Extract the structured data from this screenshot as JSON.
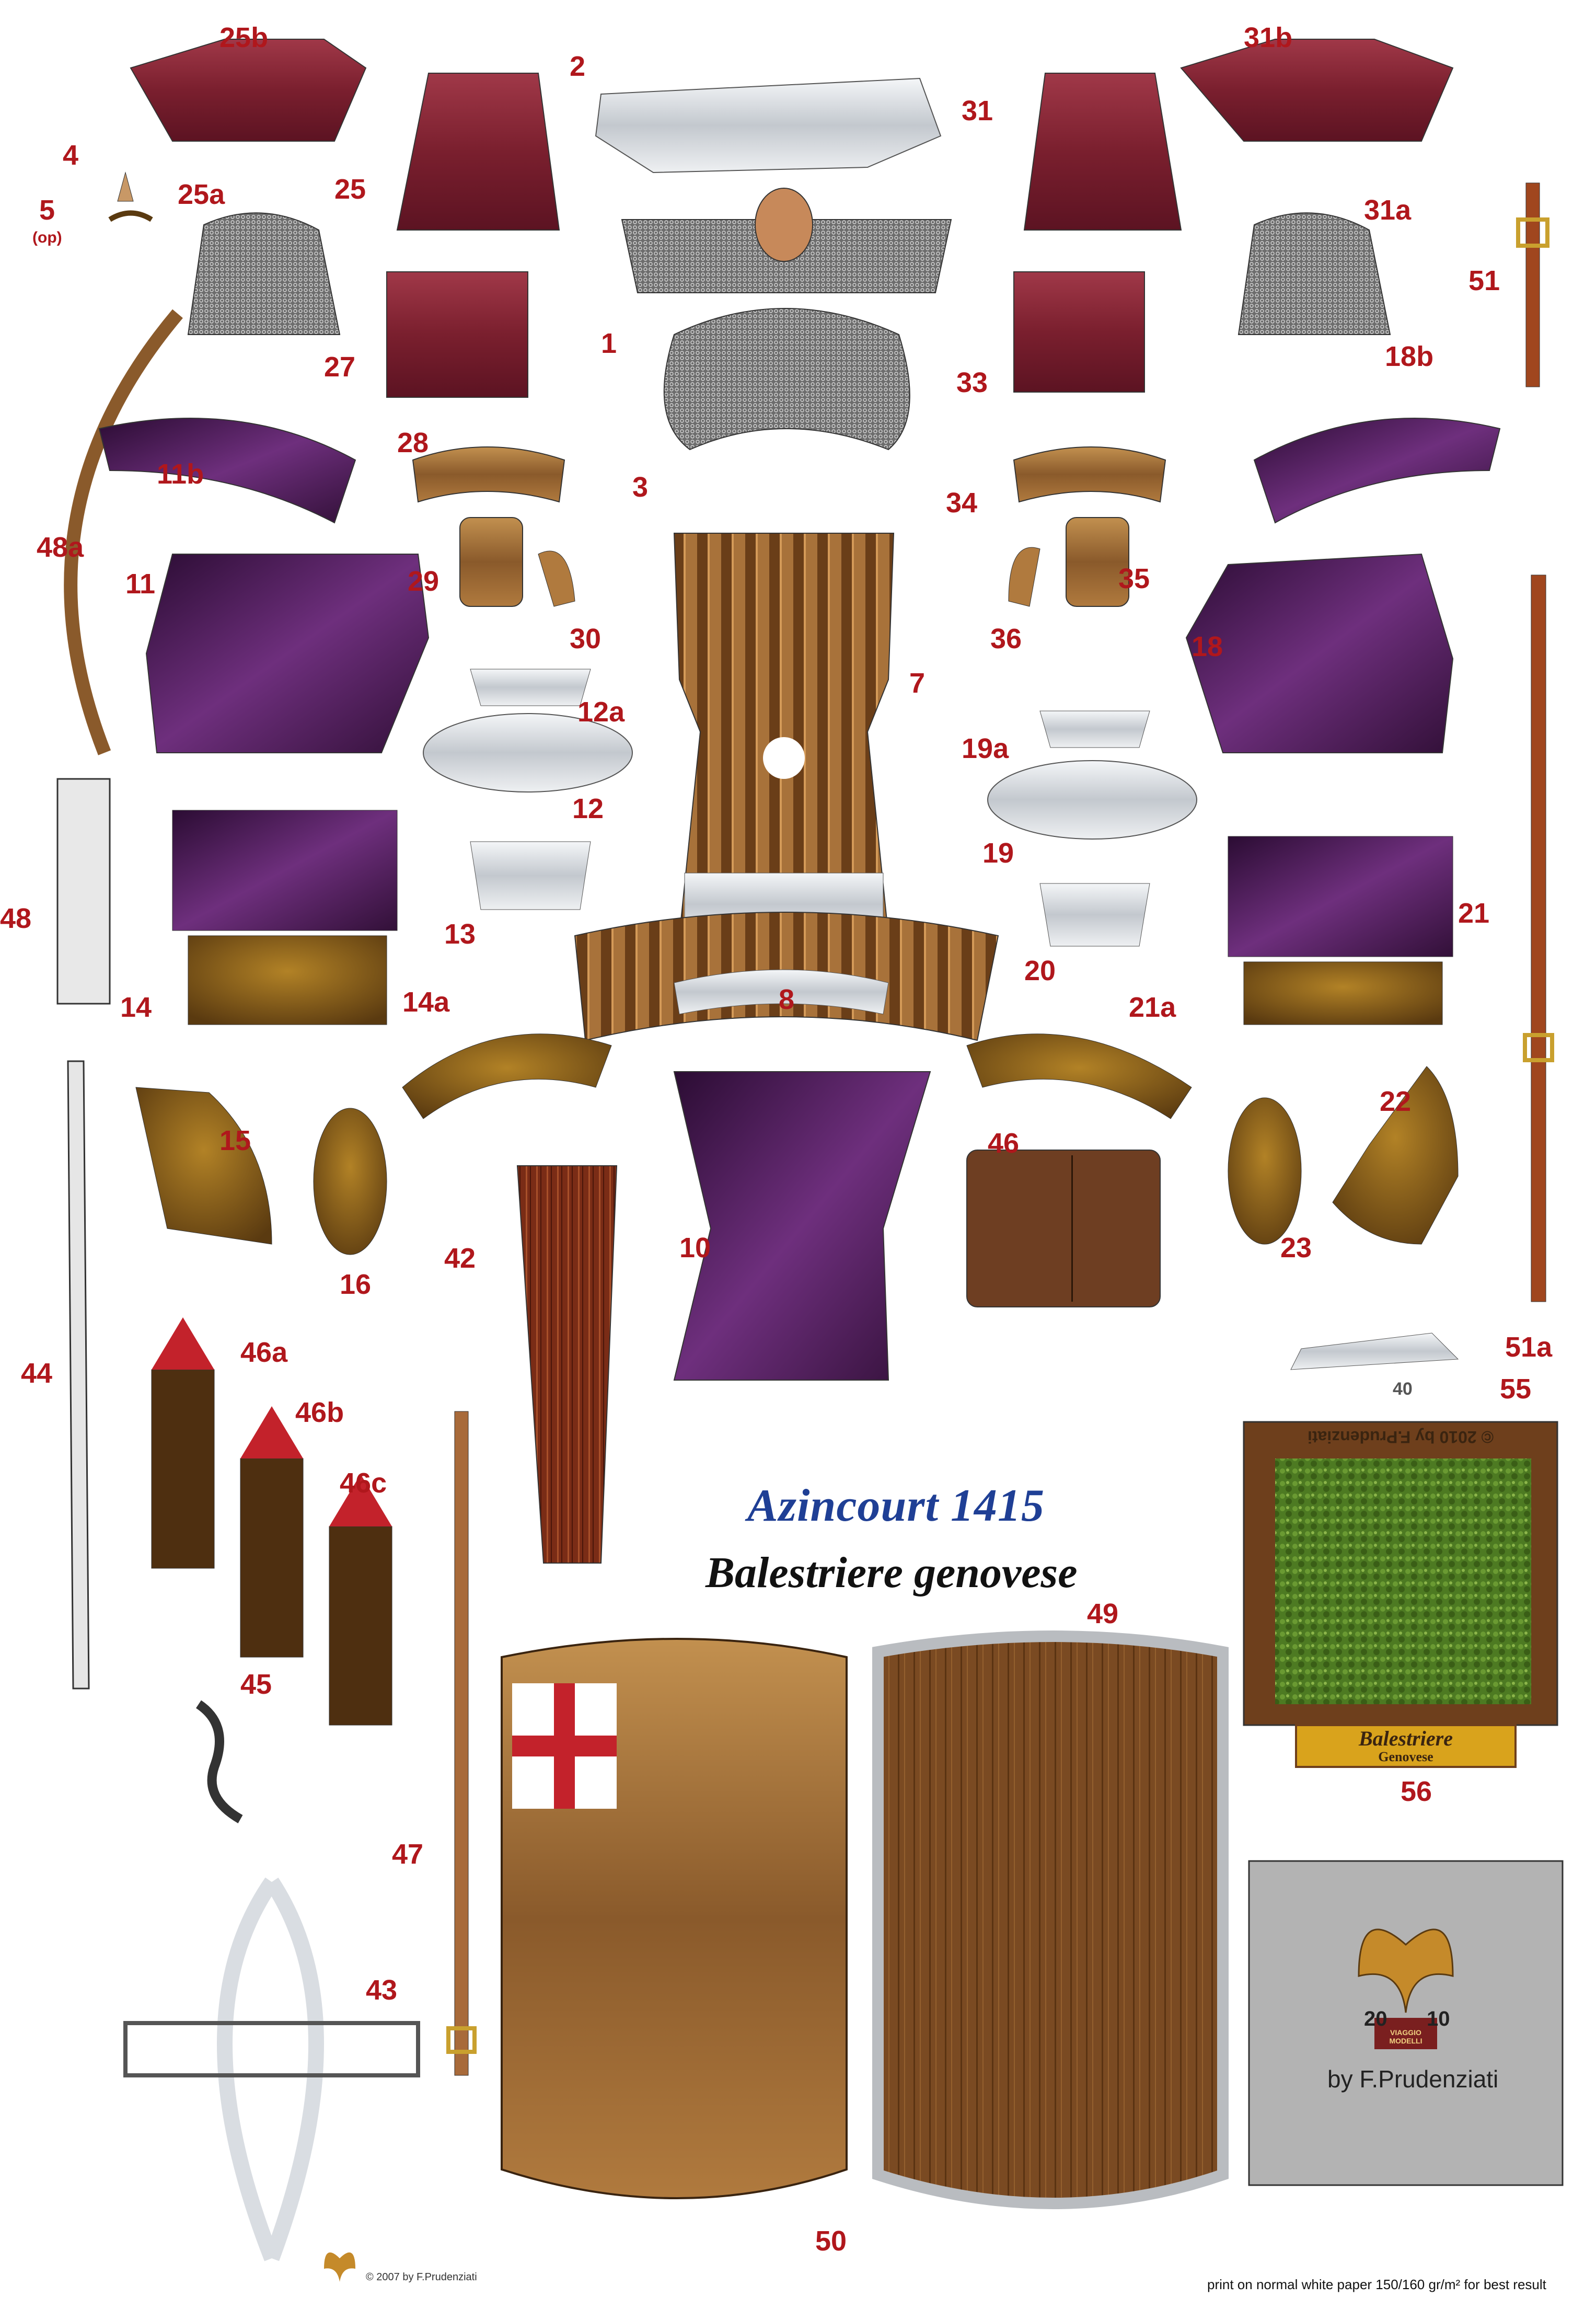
{
  "title": "Azincourt 1415",
  "subtitle": "Balestriere genovese",
  "copyright_small": "© 2007 by F.Prudenziati",
  "print_note": "print on normal white paper 150/160 gr/m² for best result",
  "base_top_text": "© 2010 by F.Prudenziati",
  "base_plate_line1": "Balestriere",
  "base_plate_line2": "Genovese",
  "box_year_left": "20",
  "box_year_right": "10",
  "box_brand": "VIAGGIO MODELLI",
  "box_author": "by F.Prudenziati",
  "part_labels": {
    "p25b": "25b",
    "p2": "2",
    "p31b": "31b",
    "p4": "4",
    "p5": "5",
    "p5op": "(op)",
    "p25a": "25a",
    "p25": "25",
    "p31": "31",
    "p31a": "31a",
    "p51": "51",
    "p1": "1",
    "p27": "27",
    "p33": "33",
    "p18b": "18b",
    "p11b": "11b",
    "p48a": "48a",
    "p28": "28",
    "p3": "3",
    "p34": "34",
    "p29": "29",
    "p35": "35",
    "p11": "11",
    "p30": "30",
    "p36": "36",
    "p18": "18",
    "p7": "7",
    "p12a": "12a",
    "p19a": "19a",
    "p12": "12",
    "p19": "19",
    "p48": "48",
    "p13": "13",
    "p21": "21",
    "p20": "20",
    "p14": "14",
    "p8": "8",
    "p14a": "14a",
    "p21a": "21a",
    "p15": "15",
    "p46": "46",
    "p22": "22",
    "p42": "42",
    "p16": "16",
    "p10": "10",
    "p23": "23",
    "p44": "44",
    "p46a": "46a",
    "p51a": "51a",
    "p40": "40",
    "p55": "55",
    "p46b": "46b",
    "p46c": "46c",
    "p49": "49",
    "p45": "45",
    "p47": "47",
    "p56": "56",
    "p43": "43",
    "p50": "50"
  },
  "colors": {
    "label_red": "#b0171c",
    "burgundy": "#7a1f2e",
    "purple": "#4a1a55",
    "mail_grey": "#8c8c8c",
    "leather": "#8a5a2b",
    "steel": "#d9dde2",
    "wood": "#6e3f1c",
    "grass": "#4d7a22",
    "title_blue": "#1f3f95"
  }
}
